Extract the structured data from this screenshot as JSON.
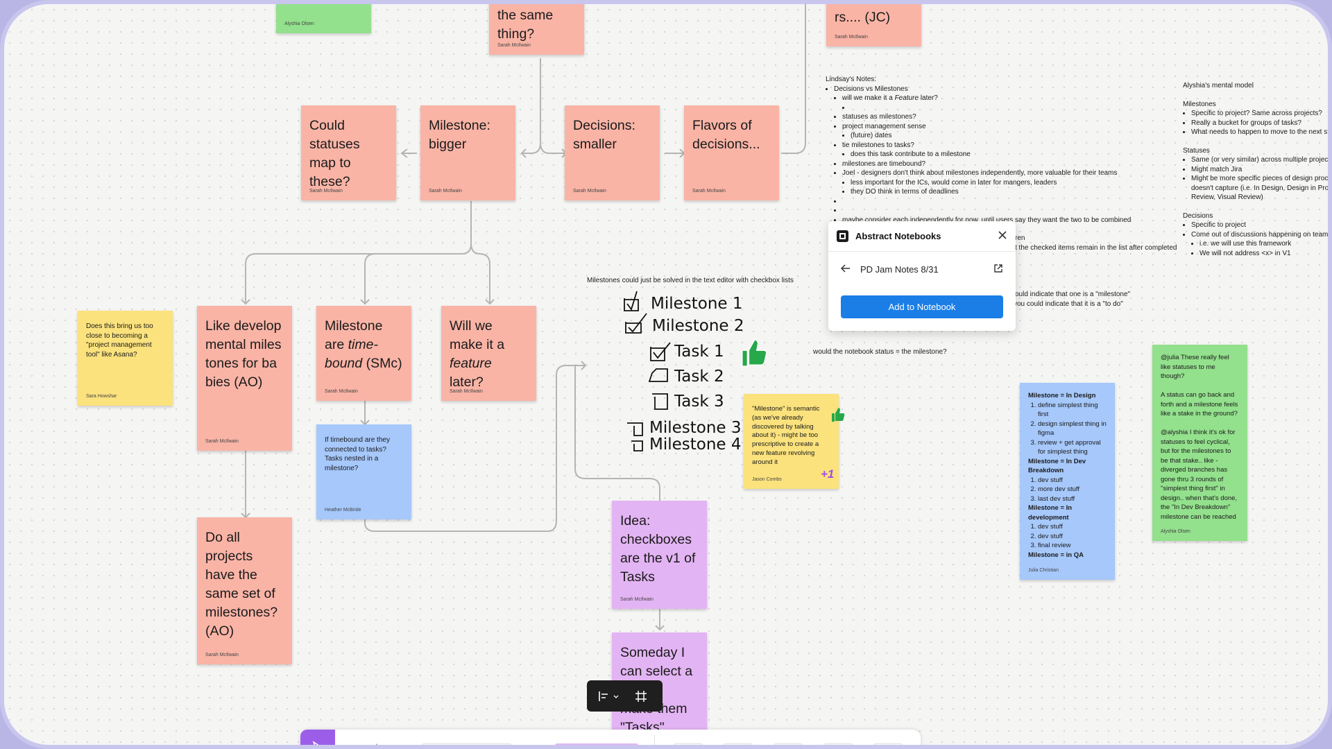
{
  "colors": {
    "pink": "#f9b4a6",
    "yellow": "#fbe27d",
    "blue": "#a6c8fb",
    "purple": "#e3b4f3",
    "green": "#93e08d",
    "accent": "#1a7ee6"
  },
  "stickies": {
    "alyshia_top": {
      "text": "",
      "author": "Alyshia Olsen"
    },
    "same_thing": {
      "text": "decisions the same thing?",
      "author": "Sarah McIlwain"
    },
    "jc": {
      "text": "rs.... (JC)",
      "author": "Sarah McIlwain"
    },
    "statuses_map": {
      "text": "Could statuses map to these?",
      "author": "Sarah McIlwain"
    },
    "milestone_bigger": {
      "text": "Milestone: bigger",
      "author": "Sarah McIlwain"
    },
    "decisions_smaller": {
      "text": "Decisions: smaller",
      "author": "Sarah McIlwain"
    },
    "flavors": {
      "text": "Flavors of decisions...",
      "author": "Sarah McIlwain"
    },
    "asana": {
      "text": "Does this bring us too close to becoming a \"project management tool\" like Asana?",
      "author": "Sara Howshar"
    },
    "babies": {
      "text": "Like developmental milestones for babies (AO)",
      "author": "Sarah McIlwain"
    },
    "time_bound_a": "Milestone are ",
    "time_bound_b": "time-bound",
    "time_bound_c": " (SMc)",
    "time_bound_author": "Sarah McIlwain",
    "feature_a": "Will we make it a ",
    "feature_b": "feature",
    "feature_c": " later?",
    "feature_author": "Sarah McIlwain",
    "timebound_tasks": {
      "text": "If timebound are they connected to tasks? Tasks nested in a milestone?",
      "author": "Heather McBride"
    },
    "same_set": {
      "text": "Do all projects have the same set of milestones? (AO)",
      "author": "Sarah McIlwain"
    },
    "checkboxes": {
      "text": "Idea: checkboxes are the v1 of Tasks",
      "author": "Sarah McIlwain"
    },
    "someday": {
      "text": "Someday I can select a list and make them \"Tasks\"",
      "author": ""
    },
    "semantic": {
      "text": "\"Milestone\" is semantic (as we've already discovered by talking about it) - might be too prescriptive to create a new feature revolving around it",
      "author": "Jason Combs"
    },
    "julia_green": {
      "text": "@julia These really feel like statuses to me though?\n\nA status can go back and forth and a milestone feels like a stake in the ground?\n\n@alyshia I think it's ok for statuses to feel cyclical, but for the milestones to be that stake.. like - diverged branches has gone thru 3 rounds of \"simplest thing first\" in design.. when that's done, the \"In Dev Breakdown\" milestone can be reached",
      "author": "Alyshia Olsen"
    },
    "julia_blue": {
      "h1": "Milestone = In Design",
      "l1": [
        "define simplest thing first",
        "design simplest thing in figma",
        "review + get approval for simplest thing"
      ],
      "h2": "Milestone = In Dev Breakdown",
      "l2": [
        "dev stuff",
        "more dev stuff",
        "last dev stuff"
      ],
      "h3": "Milestone = In development",
      "l3": [
        "dev stuff",
        "dev stuff",
        "final review"
      ],
      "h4": "Milestone = in QA",
      "author": "Julia Christian"
    }
  },
  "handwriting": {
    "caption": "Milestones could just be solved in the text editor with checkbox lists",
    "items": [
      "Milestone 1",
      "Milestone 2",
      "Task 1",
      "Task 2",
      "Task 3",
      "Milestone 3",
      "Milestone 4"
    ],
    "plus_one": "+1"
  },
  "notebook_status": "would the notebook status = the milestone?",
  "lindsay": {
    "title": "Lindsay's Notes:",
    "b1": "Decisions vs Milestones",
    "b1a_a": "will we make it a ",
    "b1a_b": "Feature",
    "b1a_c": " later?",
    "b2": "statuses as milestones?",
    "b3": "project management sense",
    "b3a": "(future) dates",
    "b4": "tie milestones to tasks?",
    "b4a": "does this task contribute to a milestone",
    "b5": "milestones are timebound?",
    "b6": "Joel - designers don't think about milestones independently, more valuable for their teams",
    "b6a": "less important for the ICs, would come in later for mangers, leaders",
    "b6b": "they DO think in terms of deadlines",
    "b7": "maybe consider each independently for now, until users say they want the two to be combined",
    "frag1": "ren",
    "frag2": "t the checked items remain in the list after completed",
    "frag3": "ould indicate that one is a \"milestone\"",
    "frag4": "you could indicate that it is a \"to do\""
  },
  "alyshia_model": {
    "title": "Alyshia's mental model",
    "h1": "Milestones",
    "m": [
      "Specific to project? Same across projects?",
      "Really a bucket for groups of tasks?",
      "What needs to happen to move to the next status?"
    ],
    "h2": "Statuses",
    "s": [
      "Same (or very similar) across multiple projects",
      "Might match Jira",
      "Might be more specific pieces of design process Jira doesn't capture (i.e. In Design, Design in Progress, Flow Review, Visual Review)"
    ],
    "h3": "Decisions",
    "d1": "Specific to project",
    "d2": "Come out of discussions happening on team",
    "d2a": "i.e. we will use this framework",
    "d2b": "We will not address <x> in V1"
  },
  "panel": {
    "title": "Abstract Notebooks",
    "notebook": "PD Jam Notes 8/31",
    "button": "Add to Notebook",
    "logo_icon": "abstract-logo-icon",
    "close_icon": "close-icon",
    "back_icon": "arrow-left-icon",
    "open_icon": "external-link-icon"
  }
}
